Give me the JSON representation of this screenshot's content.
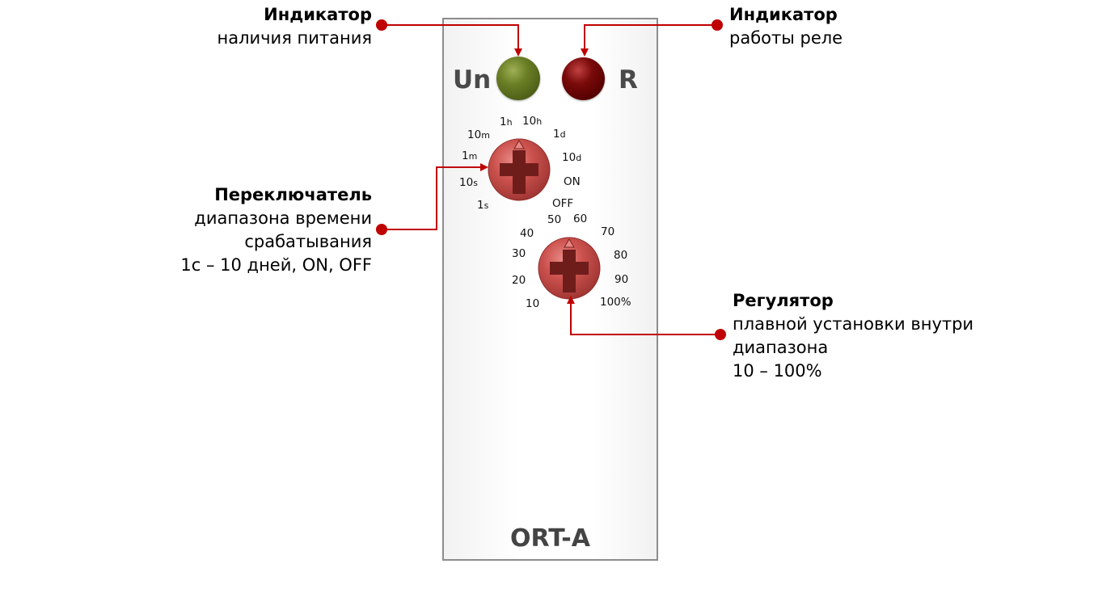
{
  "device": {
    "model": "ORT-A",
    "led_power_label": "Un",
    "led_relay_label": "R"
  },
  "range_switch": {
    "labels": [
      {
        "main": "1",
        "unit": "h"
      },
      {
        "main": "10",
        "unit": "h"
      },
      {
        "main": "10",
        "unit": "m"
      },
      {
        "main": "1",
        "unit": "d"
      },
      {
        "main": "1",
        "unit": "m"
      },
      {
        "main": "10",
        "unit": "d"
      },
      {
        "main": "10",
        "unit": "s"
      },
      {
        "main": "ON",
        "unit": ""
      },
      {
        "main": "1",
        "unit": "s"
      },
      {
        "main": "OFF",
        "unit": ""
      }
    ]
  },
  "fine_regulator": {
    "labels": [
      "50",
      "60",
      "40",
      "70",
      "30",
      "80",
      "20",
      "90",
      "10",
      "100%"
    ]
  },
  "callouts": {
    "power": {
      "title": "Индикатор",
      "lines": [
        "наличия питания"
      ]
    },
    "relay": {
      "title": "Индикатор",
      "lines": [
        "работы реле"
      ]
    },
    "switch": {
      "title": "Переключатель",
      "lines": [
        "диапазона времени",
        "срабатывания",
        "1с – 10 дней, ON, OFF"
      ]
    },
    "regulator": {
      "title": "Регулятор",
      "lines": [
        "плавной установки внутри",
        "диапазона",
        "10 – 100%"
      ]
    }
  },
  "colors": {
    "callout_red": "#c00000",
    "led_power": "#5a6e1e",
    "led_relay": "#6a0000",
    "knob": "#c9504c"
  }
}
